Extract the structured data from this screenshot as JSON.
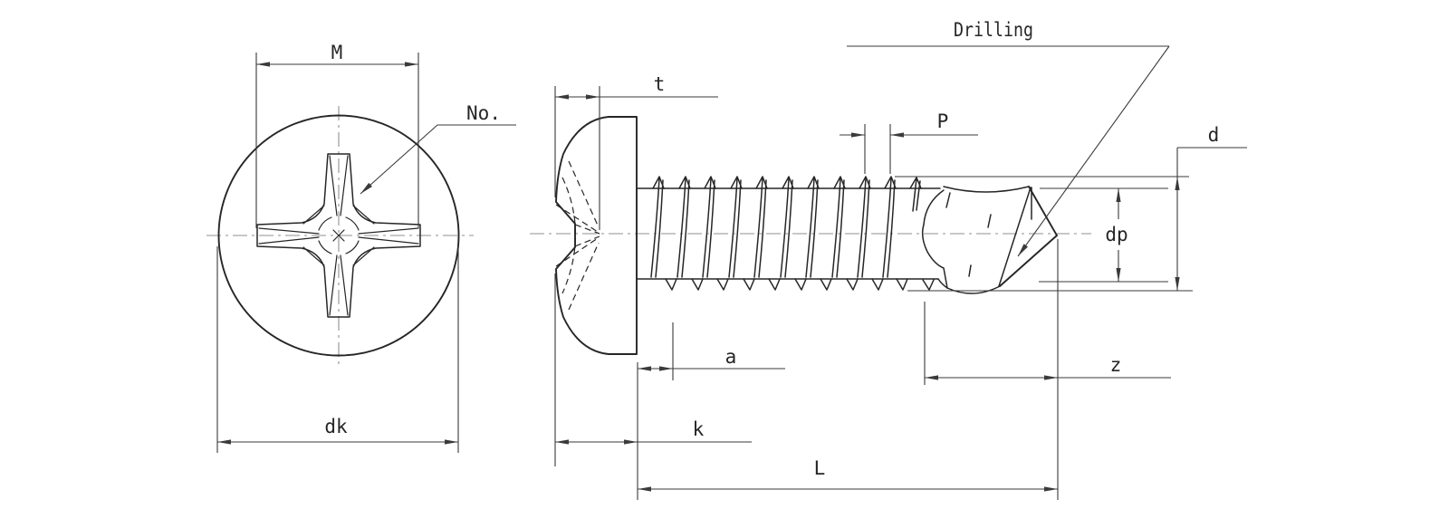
{
  "labels": {
    "recess_width": "M",
    "recess_number": "No.",
    "head_diameter": "dk",
    "recess_depth": "t",
    "thread_pitch": "P",
    "drilling": "Drilling",
    "major_diameter": "d",
    "point_diameter": "dp",
    "point_length": "z",
    "unthreaded_length": "a",
    "head_height": "k",
    "total_length": "L"
  },
  "colors": {
    "line": "#262626",
    "dimension": "#3a3a3a",
    "centerline": "#8f8f8f",
    "background": "#ffffff"
  }
}
